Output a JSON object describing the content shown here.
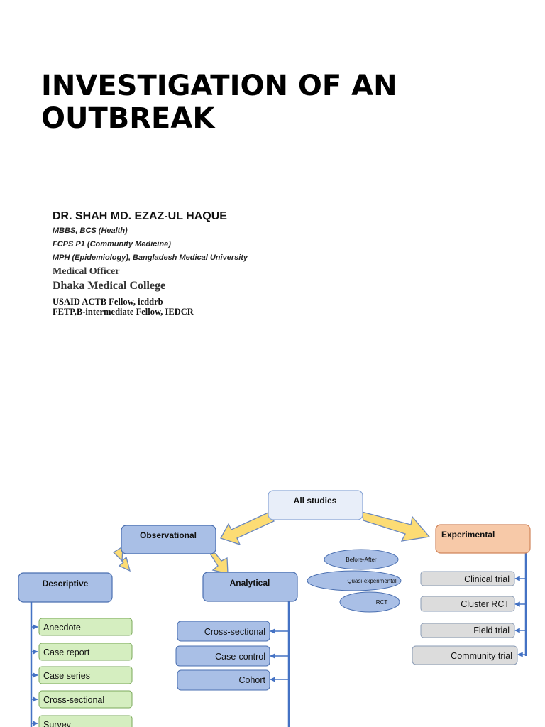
{
  "slide": {
    "title_line1": "INVESTIGATION OF AN",
    "title_line2": "OUTBREAK"
  },
  "author": {
    "name": "DR. SHAH MD. EZAZ-UL HAQUE",
    "credentials": [
      "MBBS, BCS (Health)",
      "FCPS P1 (Community Medicine)",
      "MPH (Epidemiology), Bangladesh Medical University"
    ],
    "role": "Medical Officer",
    "college": "Dhaka Medical College",
    "fellowships": [
      "USAID ACTB Fellow, icddrb",
      "FETP,B-intermediate Fellow, IEDCR"
    ]
  },
  "diagram": {
    "root": "All studies",
    "observational": "Observational",
    "experimental": "Experimental",
    "descriptive": "Descriptive",
    "analytical": "Analytical",
    "descriptive_items": [
      "Anecdote",
      "Case report",
      "Case series",
      "Cross-sectional",
      "Survey"
    ],
    "analytical_items": [
      "Cross-sectional",
      "Case-control",
      "Cohort"
    ],
    "experimental_items": [
      "Clinical trial",
      "Cluster RCT",
      "Field trial",
      "Community trial"
    ],
    "ovals": [
      "Before-After",
      "Quasi-experimental",
      "RCT"
    ],
    "colors": {
      "blue_box": "#a9bfe6",
      "blue_border": "#4a6fb0",
      "green_box": "#d5eec0",
      "green_border": "#7aa85a",
      "peach_box": "#f7c9a8",
      "peach_border": "#d0845a",
      "gray_box": "#dcdcdc",
      "gray_border": "#8a9bb5",
      "arrow_fill": "#fcdc74",
      "arrow_stroke": "#6a87bd",
      "line": "#4472c4",
      "root_fill": "#e8eef9"
    }
  }
}
